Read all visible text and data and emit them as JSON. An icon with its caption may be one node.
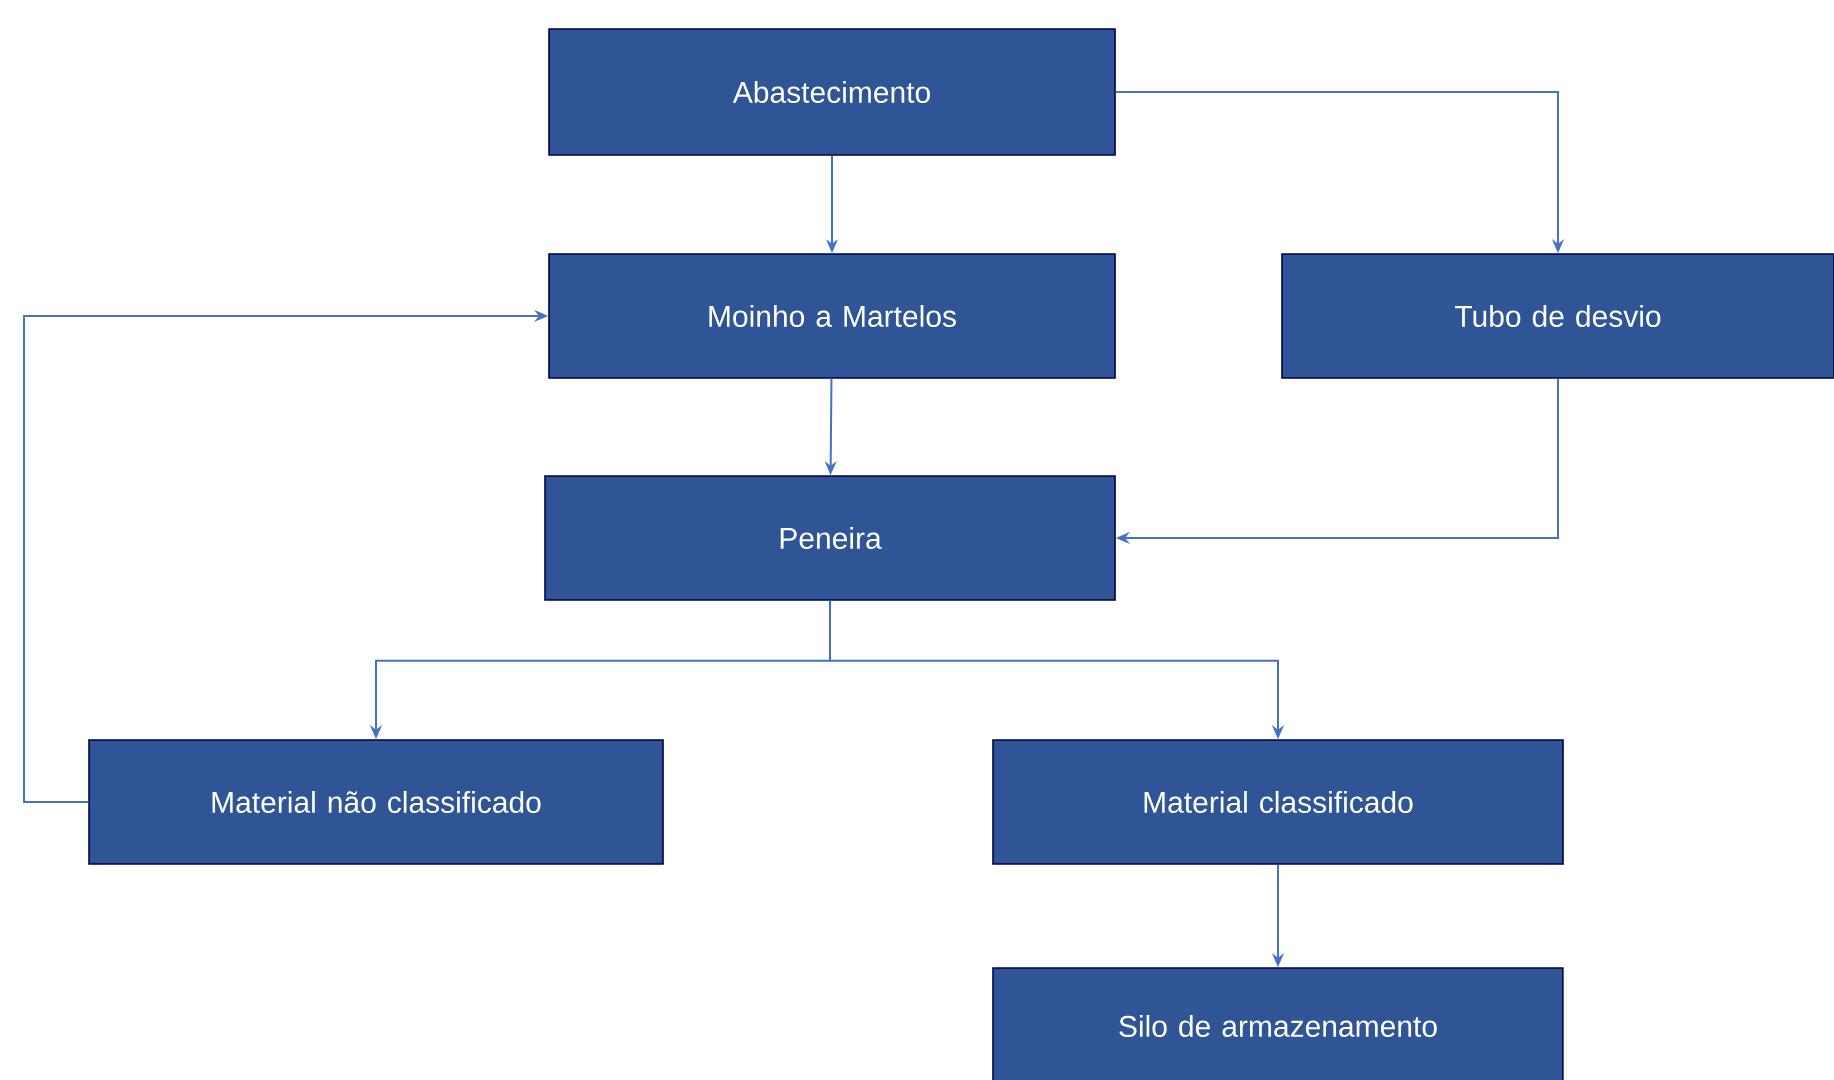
{
  "diagram": {
    "nodes": [
      {
        "text": [
          "Abastecimento"
        ]
      },
      {
        "text": [
          "Moinho a Martelos"
        ]
      },
      {
        "text": [
          "Tubo de desvio"
        ]
      },
      {
        "text": [
          "Peneira"
        ]
      },
      {
        "text": [
          "Material não classificado"
        ]
      },
      {
        "text": [
          "Material classificado"
        ]
      },
      {
        "text": [
          "Silo de armazenamento"
        ]
      }
    ],
    "edges": [
      {
        "from": 0,
        "to": 1,
        "arrow": "to"
      },
      {
        "from": 0,
        "to": 2,
        "arrow": "to"
      },
      {
        "from": 1,
        "to": 3,
        "arrow": "to"
      },
      {
        "from": 2,
        "to": 3,
        "arrow": "to"
      },
      {
        "from": 3,
        "to": 4,
        "arrow": "to"
      },
      {
        "from": 3,
        "to": 5,
        "arrow": "to"
      },
      {
        "from": 4,
        "to": 1,
        "arrow": "to"
      },
      {
        "from": 5,
        "to": 6,
        "arrow": "to"
      }
    ]
  }
}
